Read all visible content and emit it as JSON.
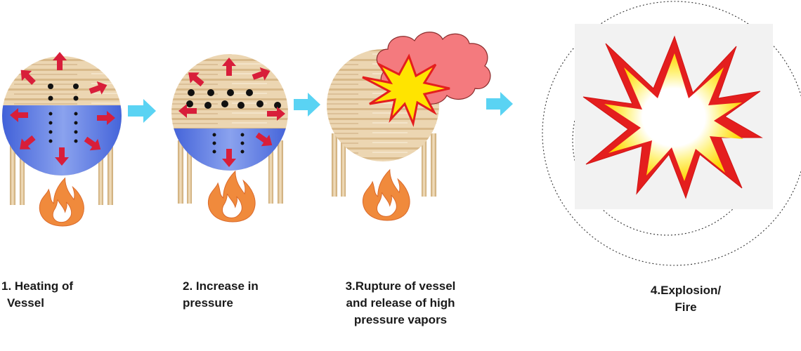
{
  "steps": [
    {
      "lines": [
        "1. Heating of",
        "Vessel"
      ]
    },
    {
      "lines": [
        "2. Increase in",
        "pressure"
      ]
    },
    {
      "lines": [
        "3.Rupture of vessel",
        "and release of high",
        "pressure vapors"
      ]
    },
    {
      "lines": [
        "4.Explosion/",
        "Fire"
      ]
    }
  ],
  "colors": {
    "vessel_wood": "#e8cfa8",
    "liquid": "#4a6fe0",
    "pressure_arrow": "#d81e3a",
    "flow_arrow": "#5ad3f3",
    "flame": "#f08a3c",
    "vapor_cloud": "#f47a7e",
    "burst_outer": "#e41e1e",
    "burst_inner": "#ffd400"
  }
}
